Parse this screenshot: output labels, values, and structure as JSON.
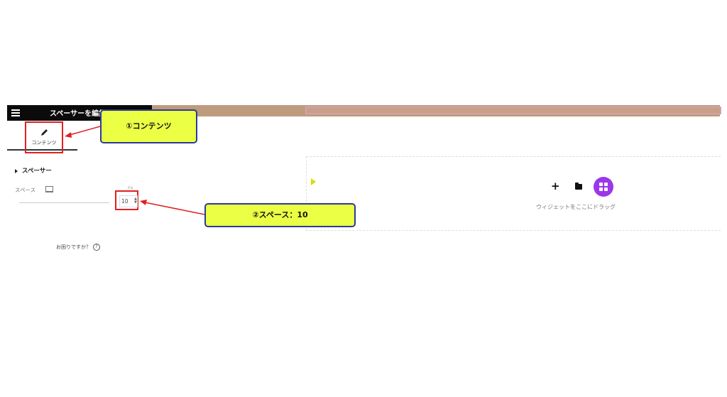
{
  "panel": {
    "title": "スペーサーを編集",
    "tab_label": "コンテンツ",
    "section_title": "スペーサー",
    "space_label": "スペース",
    "unit_label": "PX",
    "space_value": "10",
    "help_text": "お困りですか？"
  },
  "canvas": {
    "drag_text": "ウィジェットをここにドラッグ"
  },
  "annotations": {
    "callout_1": "①コンテンツ",
    "callout_2": "②スペース：10"
  },
  "colors": {
    "topbar": "#0b0b0b",
    "accent_purple": "#9b37e8",
    "callout_fill": "#ebff44",
    "callout_border": "#2b3a9a",
    "highlight_red": "#e02020",
    "canvas_strip": "#bf9b7d"
  },
  "icons": [
    "hamburger-icon",
    "pencil-icon",
    "monitor-icon",
    "help-icon",
    "plus-icon",
    "folder-icon",
    "widgets-icon",
    "cursor-icon"
  ]
}
